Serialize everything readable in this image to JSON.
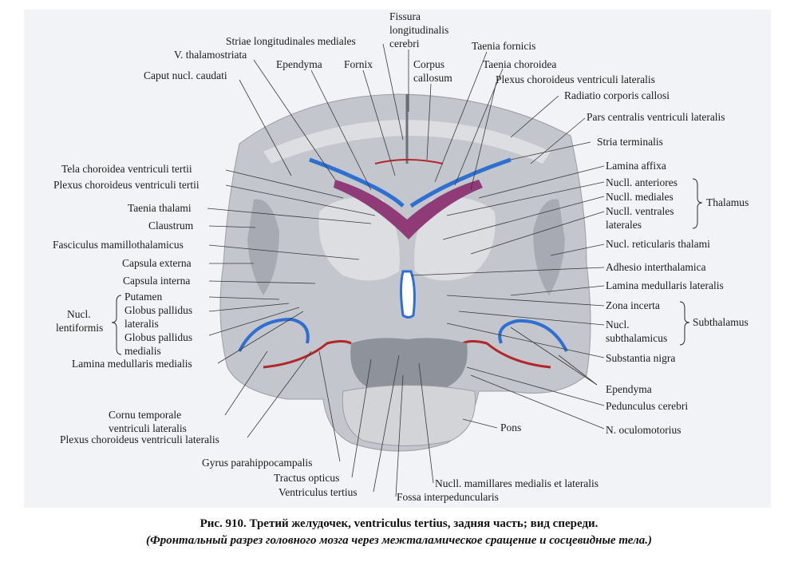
{
  "labels_top": {
    "fissura": "Fissura",
    "fissura_2": "longitudinalis",
    "fissura_3": "cerebri",
    "striae": "Striae longitudinales mediales",
    "taenia_fornicis": "Taenia fornicis",
    "v_thalamostriata": "V. thalamostriata",
    "ependyma_top": "Ependyma",
    "fornix": "Fornix",
    "corpus": "Corpus",
    "callosum": "callosum",
    "taenia_choroidea": "Taenia choroidea",
    "caput": "Caput nucl. caudati",
    "plexus_lat_top": "Plexus choroideus ventriculi lateralis",
    "radiatio": "Radiatio corporis callosi",
    "pars_centralis": "Pars centralis ventriculi lateralis"
  },
  "labels_left": {
    "tela": "Tela choroidea ventriculi tertii",
    "plexus_tertii": "Plexus choroideus ventriculi tertii",
    "taenia_thalami": "Taenia thalami",
    "claustrum": "Claustrum",
    "fasciculus": "Fasciculus mamillothalamicus",
    "capsula_externa": "Capsula externa",
    "capsula_interna": "Capsula interna",
    "nucl": "Nucl.",
    "lentiformis": "lentiformis",
    "putamen": "Putamen",
    "globus_lat_1": "Globus pallidus",
    "globus_lat_2": "lateralis",
    "globus_med_1": "Globus pallidus",
    "globus_med_2": "medialis",
    "lamina_med_medialis": "Lamina medullaris medialis",
    "cornu_1": "Cornu temporale",
    "cornu_2": "ventriculi lateralis",
    "plexus_lat_bottom": "Plexus choroideus ventriculi lateralis",
    "gyrus": "Gyrus parahippocampalis",
    "tractus": "Tractus opticus",
    "ventriculus": "Ventriculus tertius"
  },
  "labels_right": {
    "stria": "Stria terminalis",
    "lamina_affixa": "Lamina affixa",
    "nucll_ant": "Nucll. anteriores",
    "nucll_med": "Nucll. mediales",
    "nucll_ventr_1": "Nucll. ventrales",
    "nucll_ventr_2": "laterales",
    "thalamus": "Thalamus",
    "reticularis": "Nucl. reticularis thalami",
    "adhesio": "Adhesio interthalamica",
    "lamina_lat": "Lamina medullaris lateralis",
    "zona": "Zona incerta",
    "nucl_sub_1": "Nucl.",
    "nucl_sub_2": "subthalamicus",
    "subthalamus": "Subthalamus",
    "substantia": "Substantia nigra",
    "ependyma_bottom": "Ependyma",
    "pedunculus": "Pedunculus cerebri",
    "pons": "Pons",
    "oculomotorius": "N. oculomotorius",
    "mamillares": "Nucll. mamillares medialis et lateralis",
    "fossa": "Fossa interpeduncularis"
  },
  "colors": {
    "ependyma": "#2f6fd1",
    "plexus": "#8e3b78",
    "vessel": "#b3262b",
    "tissue": "#c3c6cc"
  },
  "caption": {
    "title": "Рис. 910. Третий желудочек, ventriculus tertius, задняя часть; вид спереди.",
    "subtitle": "(Фронтальный разрез головного мозга через межталамическое сращение и сосцевидные тела.)"
  }
}
